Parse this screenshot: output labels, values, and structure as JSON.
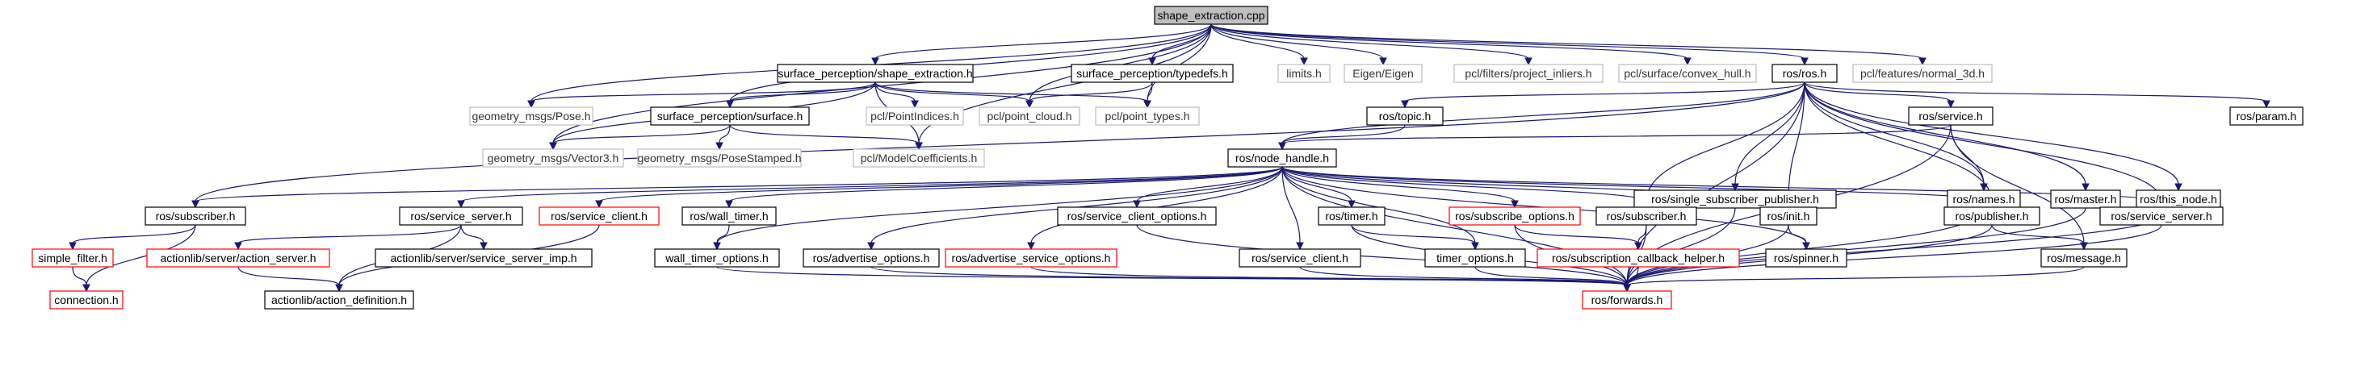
{
  "graph": {
    "title": "shape_extraction.cpp",
    "colors": {
      "edge": "#191970",
      "root_fill": "#bfbfbf",
      "normal_border": "#000000",
      "external_border": "#bfbfbf",
      "missing_border": "#ff0000"
    },
    "nodes": [
      {
        "id": "root",
        "label": "shape_extraction.cpp",
        "style": "root"
      },
      {
        "id": "sp_shape",
        "label": "surface_perception/shape_extraction.h",
        "style": "std"
      },
      {
        "id": "sp_typedefs",
        "label": "surface_perception/typedefs.h",
        "style": "std"
      },
      {
        "id": "limits",
        "label": "limits.h",
        "style": "ext"
      },
      {
        "id": "eigen",
        "label": "Eigen/Eigen",
        "style": "ext"
      },
      {
        "id": "pcl_proj",
        "label": "pcl/filters/project_inliers.h",
        "style": "ext"
      },
      {
        "id": "pcl_hull",
        "label": "pcl/surface/convex_hull.h",
        "style": "ext"
      },
      {
        "id": "ros",
        "label": "ros/ros.h",
        "style": "std"
      },
      {
        "id": "pcl_normal",
        "label": "pcl/features/normal_3d.h",
        "style": "ext"
      },
      {
        "id": "gm_pose",
        "label": "geometry_msgs/Pose.h",
        "style": "ext"
      },
      {
        "id": "sp_surface",
        "label": "surface_perception/surface.h",
        "style": "std"
      },
      {
        "id": "pcl_pi",
        "label": "pcl/PointIndices.h",
        "style": "ext"
      },
      {
        "id": "pcl_pc",
        "label": "pcl/point_cloud.h",
        "style": "ext"
      },
      {
        "id": "pcl_pt",
        "label": "pcl/point_types.h",
        "style": "ext"
      },
      {
        "id": "ros_topic",
        "label": "ros/topic.h",
        "style": "std"
      },
      {
        "id": "ros_service",
        "label": "ros/service.h",
        "style": "std"
      },
      {
        "id": "ros_param",
        "label": "ros/param.h",
        "style": "std"
      },
      {
        "id": "gm_vec",
        "label": "geometry_msgs/Vector3.h",
        "style": "ext"
      },
      {
        "id": "gm_ps",
        "label": "geometry_msgs/PoseStamped.h",
        "style": "ext"
      },
      {
        "id": "pcl_mc",
        "label": "pcl/ModelCoefficients.h",
        "style": "ext"
      },
      {
        "id": "ros_nh",
        "label": "ros/node_handle.h",
        "style": "std"
      },
      {
        "id": "ros_ssp",
        "label": "ros/single_subscriber_publisher.h",
        "style": "std"
      },
      {
        "id": "ros_names",
        "label": "ros/names.h",
        "style": "std"
      },
      {
        "id": "ros_master",
        "label": "ros/master.h",
        "style": "std"
      },
      {
        "id": "ros_thisnode",
        "label": "ros/this_node.h",
        "style": "std"
      },
      {
        "id": "ros_sub_l",
        "label": "ros/subscriber.h",
        "style": "std"
      },
      {
        "id": "ros_ss_l",
        "label": "ros/service_server.h",
        "style": "std"
      },
      {
        "id": "ros_sc_l",
        "label": "ros/service_client.h",
        "style": "missing"
      },
      {
        "id": "ros_wt",
        "label": "ros/wall_timer.h",
        "style": "std"
      },
      {
        "id": "ros_sco",
        "label": "ros/service_client_options.h",
        "style": "std"
      },
      {
        "id": "ros_timer",
        "label": "ros/timer.h",
        "style": "std"
      },
      {
        "id": "ros_subopt",
        "label": "ros/subscribe_options.h",
        "style": "missing"
      },
      {
        "id": "ros_sub_m",
        "label": "ros/subscriber.h",
        "style": "std"
      },
      {
        "id": "ros_init",
        "label": "ros/init.h",
        "style": "std"
      },
      {
        "id": "ros_pub",
        "label": "ros/publisher.h",
        "style": "std"
      },
      {
        "id": "ros_ss_r",
        "label": "ros/service_server.h",
        "style": "std"
      },
      {
        "id": "simple_filter",
        "label": "simple_filter.h",
        "style": "missing"
      },
      {
        "id": "al_as",
        "label": "actionlib/server/action_server.h",
        "style": "missing"
      },
      {
        "id": "al_ssi",
        "label": "actionlib/server/service_server_imp.h",
        "style": "std"
      },
      {
        "id": "wto",
        "label": "wall_timer_options.h",
        "style": "std"
      },
      {
        "id": "ros_ao",
        "label": "ros/advertise_options.h",
        "style": "std"
      },
      {
        "id": "ros_aso",
        "label": "ros/advertise_service_options.h",
        "style": "missing"
      },
      {
        "id": "ros_sc_m",
        "label": "ros/service_client.h",
        "style": "std"
      },
      {
        "id": "timer_opt",
        "label": "timer_options.h",
        "style": "std"
      },
      {
        "id": "ros_sch",
        "label": "ros/subscription_callback_helper.h",
        "style": "missing"
      },
      {
        "id": "ros_spinner",
        "label": "ros/spinner.h",
        "style": "std"
      },
      {
        "id": "ros_message",
        "label": "ros/message.h",
        "style": "std"
      },
      {
        "id": "connection",
        "label": "connection.h",
        "style": "missing"
      },
      {
        "id": "al_ad",
        "label": "actionlib/action_definition.h",
        "style": "std"
      },
      {
        "id": "ros_fwd",
        "label": "ros/forwards.h",
        "style": "missing"
      }
    ],
    "edges": [
      [
        "root",
        "sp_shape"
      ],
      [
        "root",
        "sp_typedefs"
      ],
      [
        "root",
        "limits"
      ],
      [
        "root",
        "eigen"
      ],
      [
        "root",
        "pcl_proj"
      ],
      [
        "root",
        "pcl_hull"
      ],
      [
        "root",
        "ros"
      ],
      [
        "root",
        "pcl_normal"
      ],
      [
        "root",
        "gm_pose"
      ],
      [
        "root",
        "sp_surface"
      ],
      [
        "root",
        "pcl_pc"
      ],
      [
        "root",
        "pcl_pt"
      ],
      [
        "root",
        "gm_vec"
      ],
      [
        "root",
        "pcl_mc"
      ],
      [
        "sp_shape",
        "gm_pose"
      ],
      [
        "sp_shape",
        "sp_surface"
      ],
      [
        "sp_shape",
        "pcl_pi"
      ],
      [
        "sp_shape",
        "pcl_pc"
      ],
      [
        "sp_shape",
        "pcl_pt"
      ],
      [
        "sp_shape",
        "gm_vec"
      ],
      [
        "sp_shape",
        "pcl_mc"
      ],
      [
        "sp_typedefs",
        "pcl_pc"
      ],
      [
        "sp_typedefs",
        "pcl_pt"
      ],
      [
        "sp_surface",
        "gm_vec"
      ],
      [
        "sp_surface",
        "gm_ps"
      ],
      [
        "sp_surface",
        "pcl_mc"
      ],
      [
        "ros",
        "ros_topic"
      ],
      [
        "ros",
        "ros_service"
      ],
      [
        "ros",
        "ros_param"
      ],
      [
        "ros",
        "ros_nh"
      ],
      [
        "ros",
        "ros_ssp"
      ],
      [
        "ros",
        "ros_names"
      ],
      [
        "ros",
        "ros_master"
      ],
      [
        "ros",
        "ros_thisnode"
      ],
      [
        "ros",
        "ros_sub_l"
      ],
      [
        "ros",
        "ros_sub_m"
      ],
      [
        "ros",
        "ros_init"
      ],
      [
        "ros",
        "ros_pub"
      ],
      [
        "ros",
        "ros_ss_r"
      ],
      [
        "ros",
        "ros_fwd"
      ],
      [
        "ros_topic",
        "ros_nh"
      ],
      [
        "ros_service",
        "ros_nh"
      ],
      [
        "ros_service",
        "ros_names"
      ],
      [
        "ros_service",
        "ros_message"
      ],
      [
        "ros_service",
        "ros_fwd"
      ],
      [
        "ros_nh",
        "ros_sub_l"
      ],
      [
        "ros_nh",
        "ros_ss_l"
      ],
      [
        "ros_nh",
        "ros_sc_l"
      ],
      [
        "ros_nh",
        "ros_wt"
      ],
      [
        "ros_nh",
        "ros_sco"
      ],
      [
        "ros_nh",
        "ros_timer"
      ],
      [
        "ros_nh",
        "ros_subopt"
      ],
      [
        "ros_nh",
        "ros_sub_m"
      ],
      [
        "ros_nh",
        "ros_init"
      ],
      [
        "ros_nh",
        "ros_pub"
      ],
      [
        "ros_nh",
        "ros_ss_r"
      ],
      [
        "ros_nh",
        "ros_ao"
      ],
      [
        "ros_nh",
        "ros_aso"
      ],
      [
        "ros_nh",
        "ros_sc_m"
      ],
      [
        "ros_nh",
        "timer_opt"
      ],
      [
        "ros_nh",
        "wto"
      ],
      [
        "ros_nh",
        "ros_spinner"
      ],
      [
        "ros_nh",
        "ros_fwd"
      ],
      [
        "ros_ssp",
        "ros_fwd"
      ],
      [
        "ros_names",
        "ros_fwd"
      ],
      [
        "ros_master",
        "ros_fwd"
      ],
      [
        "ros_thisnode",
        "ros_fwd"
      ],
      [
        "ros_sub_l",
        "simple_filter"
      ],
      [
        "ros_sub_l",
        "connection"
      ],
      [
        "ros_ss_l",
        "al_as"
      ],
      [
        "ros_ss_l",
        "al_ssi"
      ],
      [
        "ros_ss_l",
        "al_ad"
      ],
      [
        "ros_sc_l",
        "al_ad"
      ],
      [
        "ros_wt",
        "wto"
      ],
      [
        "ros_sco",
        "ros_fwd"
      ],
      [
        "ros_timer",
        "timer_opt"
      ],
      [
        "ros_timer",
        "ros_fwd"
      ],
      [
        "ros_subopt",
        "ros_sch"
      ],
      [
        "ros_subopt",
        "ros_fwd"
      ],
      [
        "ros_sub_m",
        "ros_sch"
      ],
      [
        "ros_sub_m",
        "ros_fwd"
      ],
      [
        "ros_init",
        "ros_spinner"
      ],
      [
        "ros_init",
        "ros_fwd"
      ],
      [
        "ros_pub",
        "ros_message"
      ],
      [
        "ros_pub",
        "ros_fwd"
      ],
      [
        "ros_ss_r",
        "ros_fwd"
      ],
      [
        "simple_filter",
        "connection"
      ],
      [
        "al_as",
        "al_ad"
      ],
      [
        "wto",
        "ros_fwd"
      ],
      [
        "ros_ao",
        "ros_fwd"
      ],
      [
        "ros_aso",
        "ros_fwd"
      ],
      [
        "ros_sc_m",
        "ros_fwd"
      ],
      [
        "timer_opt",
        "ros_fwd"
      ],
      [
        "ros_sch",
        "ros_fwd"
      ],
      [
        "ros_message",
        "ros_fwd"
      ]
    ]
  }
}
